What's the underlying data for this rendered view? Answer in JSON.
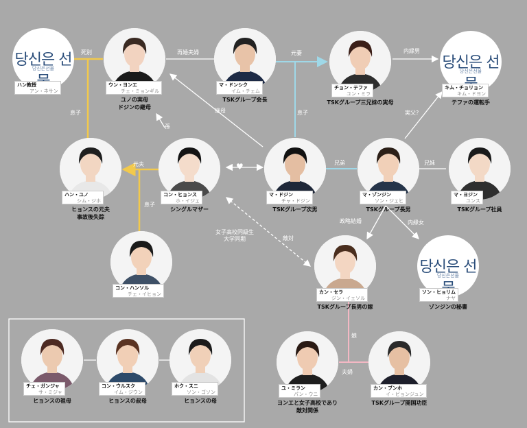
{
  "logo": {
    "text": "당신은 선물",
    "sub": "당신은선물"
  },
  "characters": [
    {
      "name": "ハン教授",
      "actor": "アン・ネサン",
      "role": ""
    },
    {
      "name": "ウン・ヨンエ",
      "actor": "チェ・ミョンギル",
      "role": "ユノの実母\nドジンの継母"
    },
    {
      "name": "マ・ドンシク",
      "actor": "イム・チェム",
      "role": "TSKグループ会長"
    },
    {
      "name": "チョン・テファ",
      "actor": "ユン・ミラ",
      "role": "TSKグループ三兄妹の実母"
    },
    {
      "name": "キム・チョリョン",
      "actor": "キム・ドヨン",
      "role": "テファの運転手"
    },
    {
      "name": "ハン・ユノ",
      "actor": "シム・ジホ",
      "role": "ヒョンスの元夫\n事故後失踪"
    },
    {
      "name": "コン・ヒョンス",
      "actor": "ホ・イジェ",
      "role": "シングルマザー"
    },
    {
      "name": "マ・ドジン",
      "actor": "チャ・ドジン",
      "role": "TSKグループ次男"
    },
    {
      "name": "マ・ゾンジン",
      "actor": "ソン・ジェヒ",
      "role": "TSKグループ長男"
    },
    {
      "name": "マ・ヨジン",
      "actor": "ユンス",
      "role": "TSKグループ社員"
    },
    {
      "name": "コン・ハンソル",
      "actor": "チェ・イヒョン",
      "role": ""
    },
    {
      "name": "カン・セラ",
      "actor": "ジン・イェソル",
      "role": "TSKグループ長男の嫁"
    },
    {
      "name": "ソン・ヒョリム",
      "actor": "ナヤ",
      "role": "ゾンジンの秘書"
    },
    {
      "name": "チェ・ガンジャ",
      "actor": "サ・ミジャ",
      "role": "ヒョンスの祖母"
    },
    {
      "name": "コン・ウルスク",
      "actor": "イム・ジウン",
      "role": "ヒョンスの叔母"
    },
    {
      "name": "ホク・スニ",
      "actor": "ソン・ゴソン",
      "role": "ヒョンスの母"
    },
    {
      "name": "ユ・ミラン",
      "actor": "パン・ウニ",
      "role": "ヨンエと女子高校であり\n敵対関係"
    },
    {
      "name": "カン・ブンホ",
      "actor": "イ・ビョンジュン",
      "role": "TSKグループ開国功臣"
    }
  ],
  "relations": {
    "death": "死別",
    "remarried": "再婚夫婦",
    "exwife": "元妻",
    "inlaw": "内縁男",
    "son1": "息子",
    "stepmother": "継母",
    "son2": "息子",
    "father": "実父?",
    "grandson": "孫",
    "exhusband": "元夫",
    "son3": "息子",
    "brother": "兄弟",
    "sister": "兄妹",
    "classmate": "女子高校同級生\n大学同期",
    "enemy": "敵対",
    "political": "政略結婚",
    "mistress": "内縁女",
    "daughter": "娘",
    "couple": "夫婦"
  },
  "colors": {
    "background": "#a9a9a9",
    "yellow": "#f2c94c",
    "cyan": "#9fd8e8",
    "white": "#ffffff",
    "pink": "#f4b8c4"
  }
}
